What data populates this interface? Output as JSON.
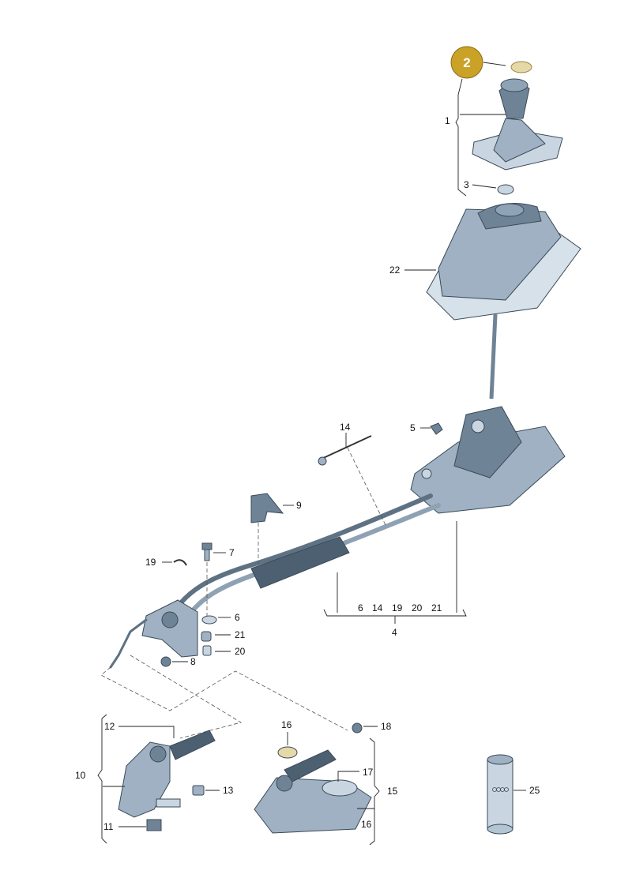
{
  "highlight": {
    "label": "2",
    "color": "#c9a227"
  },
  "callouts": {
    "c1": "1",
    "c3": "3",
    "c22": "22",
    "c5": "5",
    "c14": "14",
    "c9": "9",
    "c7": "7",
    "c19": "19",
    "c6": "6",
    "c21": "21",
    "c20": "20",
    "c8": "8",
    "c12": "12",
    "c10": "10",
    "c11": "11",
    "c13": "13",
    "c16a": "16",
    "c18": "18",
    "c17": "17",
    "c15": "15",
    "c16b": "16",
    "c25": "25",
    "c4": "4",
    "group4": [
      "6",
      "14",
      "19",
      "20",
      "21"
    ]
  },
  "colors": {
    "part_light": "#c9d6e2",
    "part_mid": "#9fb1c2",
    "part_dark": "#6f8396",
    "accent": "#c9a227"
  }
}
